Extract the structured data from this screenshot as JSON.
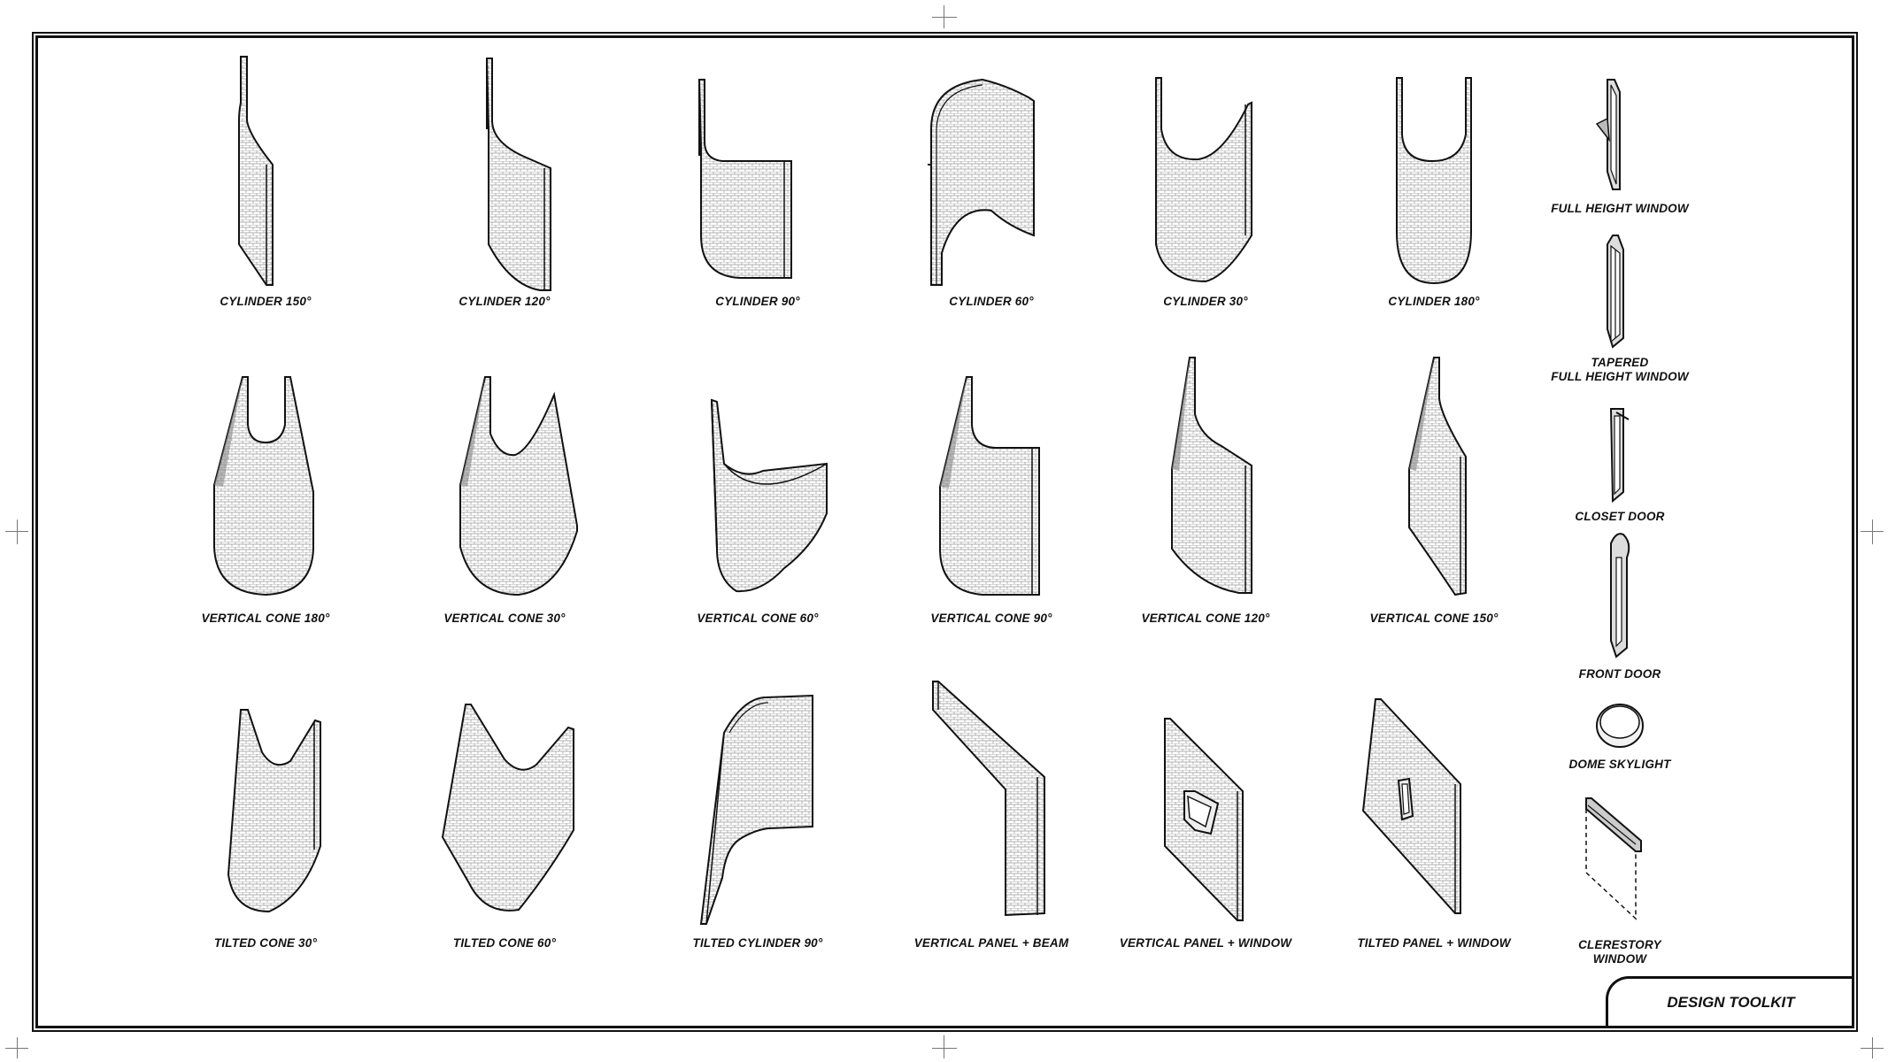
{
  "sheet": {
    "title": "DESIGN TOOLKIT"
  },
  "rows": [
    {
      "items": [
        {
          "name": "cylinder-150",
          "label": "CYLINDER 150°"
        },
        {
          "name": "cylinder-120",
          "label": "CYLINDER 120°"
        },
        {
          "name": "cylinder-90",
          "label": "CYLINDER 90°"
        },
        {
          "name": "cylinder-60",
          "label": "CYLINDER 60°"
        },
        {
          "name": "cylinder-30",
          "label": "CYLINDER 30°"
        },
        {
          "name": "cylinder-180",
          "label": "CYLINDER 180°"
        }
      ]
    },
    {
      "items": [
        {
          "name": "vertical-cone-180",
          "label": "VERTICAL CONE 180°"
        },
        {
          "name": "vertical-cone-30",
          "label": "VERTICAL CONE 30°"
        },
        {
          "name": "vertical-cone-60",
          "label": "VERTICAL CONE 60°"
        },
        {
          "name": "vertical-cone-90",
          "label": "VERTICAL CONE 90°"
        },
        {
          "name": "vertical-cone-120",
          "label": "VERTICAL CONE 120°"
        },
        {
          "name": "vertical-cone-150",
          "label": "VERTICAL CONE 150°"
        }
      ]
    },
    {
      "items": [
        {
          "name": "tilted-cone-30",
          "label": "TILTED CONE 30°"
        },
        {
          "name": "tilted-cone-60",
          "label": "TILTED CONE 60°"
        },
        {
          "name": "tilted-cylinder-90",
          "label": "TILTED CYLINDER 90°"
        },
        {
          "name": "vertical-panel-beam",
          "label": "VERTICAL PANEL + BEAM"
        },
        {
          "name": "vertical-panel-window",
          "label": "VERTICAL PANEL + WINDOW"
        },
        {
          "name": "tilted-panel-window",
          "label": "TILTED PANEL + WINDOW"
        }
      ]
    }
  ],
  "components": [
    {
      "name": "full-height-window",
      "label": "FULL HEIGHT WINDOW"
    },
    {
      "name": "tapered-full-height-window",
      "label": "TAPERED\nFULL HEIGHT WINDOW"
    },
    {
      "name": "closet-door",
      "label": "CLOSET DOOR"
    },
    {
      "name": "front-door",
      "label": "FRONT DOOR"
    },
    {
      "name": "dome-skylight",
      "label": "DOME SKYLIGHT"
    },
    {
      "name": "clerestory-window",
      "label": "CLERESTORY\nWINDOW"
    }
  ]
}
